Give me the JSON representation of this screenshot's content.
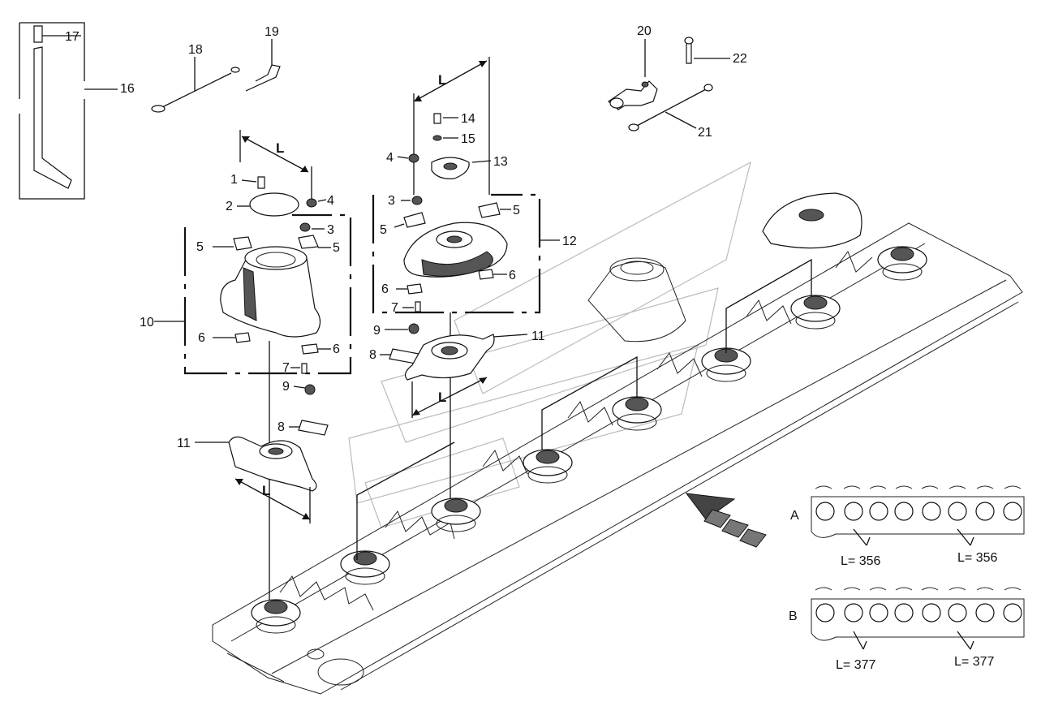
{
  "callouts": {
    "c1": "1",
    "c2": "2",
    "c3a": "3",
    "c3b": "3",
    "c4a": "4",
    "c4b": "4",
    "c5a": "5",
    "c5b": "5",
    "c5c": "5",
    "c5d": "5",
    "c6a": "6",
    "c6b": "6",
    "c6c": "6",
    "c6d": "6",
    "c7a": "7",
    "c7b": "7",
    "c8a": "8",
    "c8b": "8",
    "c9a": "9",
    "c9b": "9",
    "c10": "10",
    "c11a": "11",
    "c11b": "11",
    "c12": "12",
    "c13": "13",
    "c14": "14",
    "c15": "15",
    "c16": "16",
    "c17": "17",
    "c18": "18",
    "c19": "19",
    "c20": "20",
    "c21": "21",
    "c22": "22"
  },
  "dimensions": {
    "la": "L",
    "lb": "L",
    "lc": "L",
    "ld": "L"
  },
  "configs": {
    "a": {
      "label": "A",
      "left": "L= 356",
      "right": "L= 356"
    },
    "b": {
      "label": "B",
      "left": "L= 377",
      "right": "L= 377"
    }
  }
}
